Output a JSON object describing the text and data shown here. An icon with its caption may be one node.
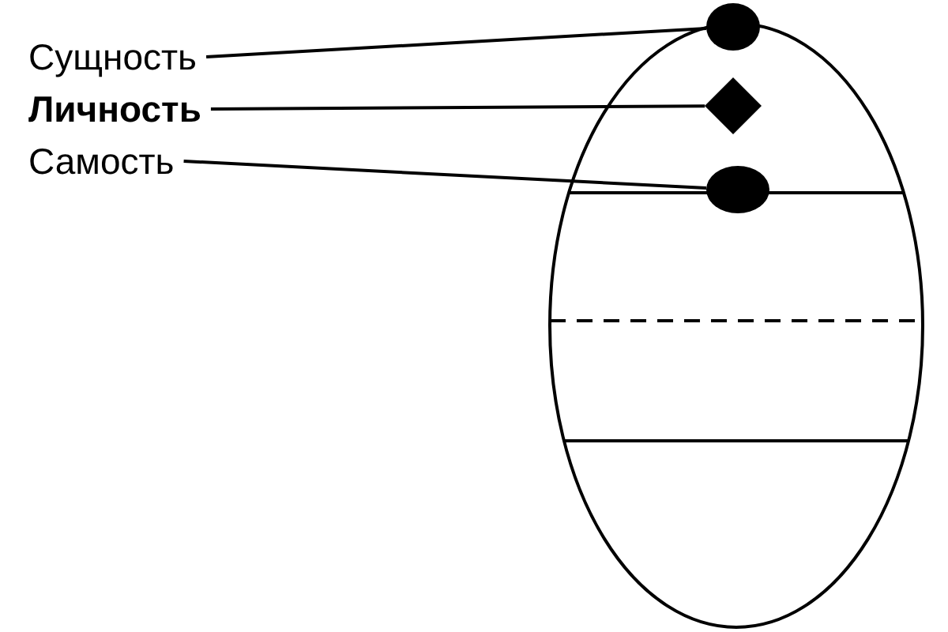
{
  "diagram": {
    "nodes": [
      {
        "text": [
          "Сущность"
        ]
      },
      {
        "text": [
          "Личность"
        ]
      },
      {
        "text": [
          "Самость"
        ]
      },
      {
        "text": [],
        "shape": "circle"
      },
      {
        "text": [],
        "shape": "diamond"
      },
      {
        "text": [],
        "shape": "circle"
      }
    ],
    "edges": [
      {
        "from": 0,
        "to": 3,
        "arrow": "none"
      },
      {
        "from": 1,
        "to": 4,
        "arrow": "none"
      },
      {
        "from": 2,
        "to": 5,
        "arrow": "none"
      }
    ]
  }
}
